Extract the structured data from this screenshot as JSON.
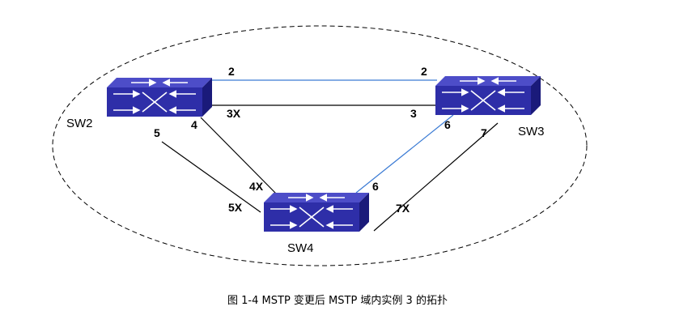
{
  "diagram": {
    "region_style": "dashed-ellipse",
    "link_colors": {
      "blue": "#3b7bd4",
      "black": "#000000"
    },
    "switch_colors": {
      "face": "#2e2ea8",
      "top": "#4d4dc8",
      "side": "#1a1a7a",
      "arrows": "#ffffff"
    },
    "nodes": [
      {
        "id": "sw2",
        "label": "SW2"
      },
      {
        "id": "sw3",
        "label": "SW3"
      },
      {
        "id": "sw4",
        "label": "SW4"
      }
    ],
    "links": [
      {
        "from": "sw2",
        "to": "sw3",
        "ports": [
          "2",
          "2"
        ],
        "color": "blue"
      },
      {
        "from": "sw2",
        "to": "sw3",
        "ports": [
          "3X",
          "3"
        ],
        "color": "black"
      },
      {
        "from": "sw2",
        "to": "sw4",
        "ports": [
          "4",
          "4X"
        ],
        "color": "black"
      },
      {
        "from": "sw2",
        "to": "sw4",
        "ports": [
          "5",
          "5X"
        ],
        "color": "black"
      },
      {
        "from": "sw3",
        "to": "sw4",
        "ports": [
          "6",
          "6"
        ],
        "color": "blue"
      },
      {
        "from": "sw3",
        "to": "sw4",
        "ports": [
          "7",
          "7X"
        ],
        "color": "black"
      }
    ]
  },
  "caption": "图 1-4    MSTP 变更后 MSTP 域内实例 3 的拓扑"
}
